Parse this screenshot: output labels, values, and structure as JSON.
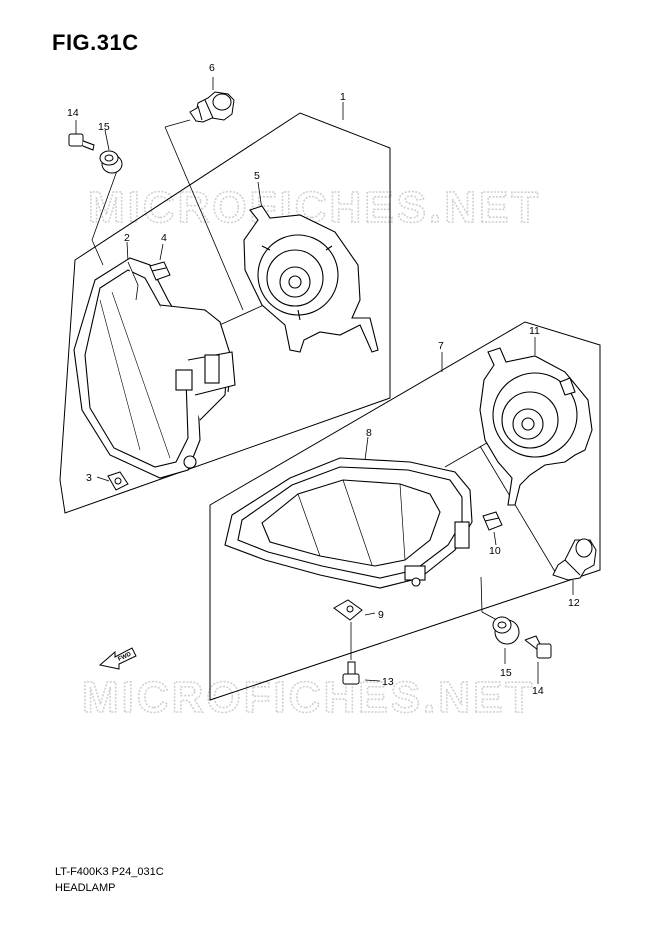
{
  "figure": {
    "title": "FIG.31C",
    "footer_code": "LT-F400K3 P24_031C",
    "footer_name": "HEADLAMP"
  },
  "watermark": {
    "text": "MICROFICHES.NET",
    "color": "#d0d0d0"
  },
  "direction_arrow": {
    "label": "FWD"
  },
  "callouts": {
    "c1": "1",
    "c2": "2",
    "c3": "3",
    "c4": "4",
    "c5": "5",
    "c6": "6",
    "c7": "7",
    "c8": "8",
    "c9": "9",
    "c10": "10",
    "c11": "11",
    "c12": "12",
    "c13": "13",
    "c14a": "14",
    "c15a": "15",
    "c14b": "14",
    "c15b": "15"
  },
  "colors": {
    "ink": "#000000",
    "paper": "#ffffff"
  }
}
